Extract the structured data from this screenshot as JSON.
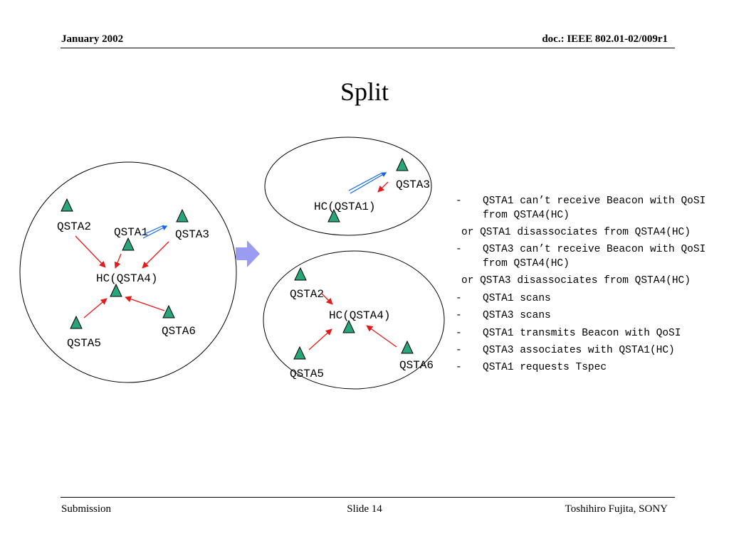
{
  "header": {
    "date": "January 2002",
    "doc": "doc.: IEEE 802.01-02/009r1"
  },
  "title": "Split",
  "colors": {
    "node_fill": "#2aa57a",
    "association_arrow": "#e31b1b",
    "beacon_arrow": "#1466e6",
    "transition_arrow": "#9a9cf2"
  },
  "diagram": {
    "before": {
      "nodes": {
        "qsta1": "QSTA1",
        "qsta2": "QSTA2",
        "qsta3": "QSTA3",
        "hc": "HC(QSTA4)",
        "qsta5": "QSTA5",
        "qsta6": "QSTA6"
      }
    },
    "after_top": {
      "nodes": {
        "hc": "HC(QSTA1)",
        "qsta3": "QSTA3"
      }
    },
    "after_bottom": {
      "nodes": {
        "qsta2": "QSTA2",
        "hc": "HC(QSTA4)",
        "qsta5": "QSTA5",
        "qsta6": "QSTA6"
      }
    }
  },
  "notes": [
    {
      "marker": "-",
      "text": "QSTA1 can’t receive Beacon with QoSI from QSTA4(HC)"
    },
    {
      "marker": "",
      "text": "or QSTA1 disassociates from QSTA4(HC)"
    },
    {
      "marker": "-",
      "text": "QSTA3 can’t receive Beacon with QoSI from QSTA4(HC)"
    },
    {
      "marker": "",
      "text": "or QSTA3 disassociates from QSTA4(HC)"
    },
    {
      "marker": "-",
      "text": "QSTA1 scans"
    },
    {
      "marker": "-",
      "text": "QSTA3 scans"
    },
    {
      "marker": "-",
      "text": "QSTA1 transmits Beacon with QoSI"
    },
    {
      "marker": "-",
      "text": "QSTA3 associates with QSTA1(HC)"
    },
    {
      "marker": "-",
      "text": "QSTA1 requests Tspec"
    }
  ],
  "footer": {
    "left": "Submission",
    "center": "Slide 14",
    "right": "Toshihiro Fujita, SONY"
  }
}
